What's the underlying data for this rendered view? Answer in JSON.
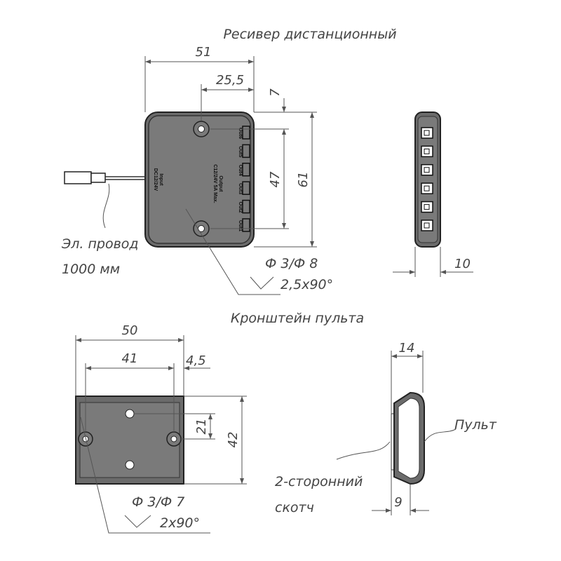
{
  "receiver": {
    "title": "Ресивер дистанционный",
    "dims": {
      "width": "51",
      "half": "25,5",
      "top_offset": "7",
      "hole_spacing": "47",
      "height": "61",
      "thickness": "10"
    },
    "input_label": "Input",
    "input_voltage": "DC12/24V",
    "output_label": "Output",
    "output_spec": "C12/24V 5A Max.",
    "outputs": [
      "Out1",
      "Out2",
      "Out3",
      "Out4",
      "Out5",
      "Out6"
    ],
    "wire_label": "Эл. провод",
    "wire_length": "1000 мм",
    "hole_label": "Ф 3/Ф 8",
    "countersink": "2,5x90°"
  },
  "bracket": {
    "title": "Кронштейн пульта",
    "dims": {
      "width": "50",
      "hole_spacing": "41",
      "edge_offset": "4,5",
      "vertical_spacing": "21",
      "height": "42"
    },
    "hole_label": "Ф 3/Ф 7",
    "countersink": "2x90°"
  },
  "remote": {
    "dims": {
      "thickness": "14",
      "tape_offset": "9"
    },
    "remote_label": "Пульт",
    "tape_label_1": "2-сторонний",
    "tape_label_2": "скотч"
  },
  "colors": {
    "body": "#6b6b6b",
    "inner": "#7a7a7a",
    "line": "#555555"
  }
}
